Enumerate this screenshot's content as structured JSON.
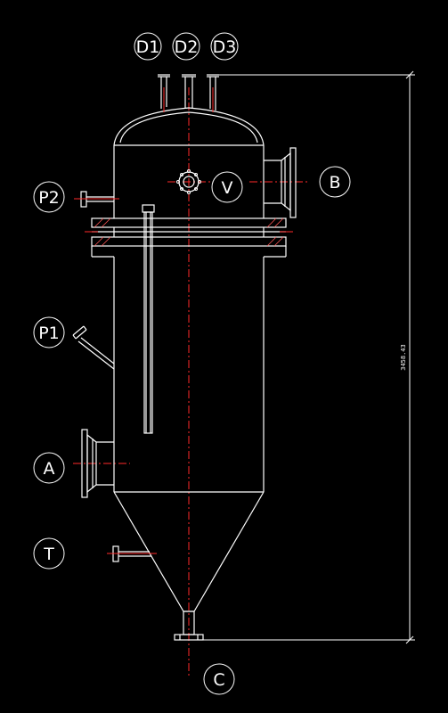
{
  "nozzles": {
    "D1": "D1",
    "D2": "D2",
    "D3": "D3",
    "B": "B",
    "V": "V",
    "P2": "P2",
    "P1": "P1",
    "A": "A",
    "T": "T",
    "C": "C"
  },
  "dimension": {
    "overall_height": "3458.43"
  },
  "colors": {
    "background": "#000000",
    "outline": "#ffffff",
    "centerline": "#ff2a2a"
  }
}
